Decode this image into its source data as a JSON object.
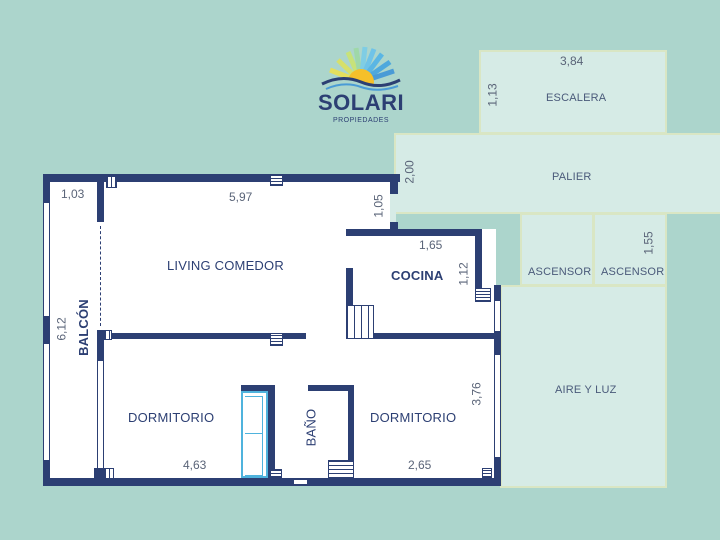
{
  "brand": {
    "name": "SOLARI",
    "tagline": "PROPIEDADES",
    "colors": {
      "primary": "#2c3f73",
      "sun": "#f5c02a",
      "sky": "#6fc3e8",
      "wave": "#2c3f73"
    }
  },
  "colors": {
    "background": "#acd5cc",
    "common_area": "#d6ebe6",
    "common_border": "#d9e6c4",
    "wall": "#2c3f73",
    "floor": "#ffffff",
    "wardrobe": "#4fb3dd"
  },
  "common_areas": {
    "escalera": {
      "label": "ESCALERA",
      "width": "3,84",
      "height": "1,13"
    },
    "palier": {
      "label": "PALIER",
      "height": "2,00"
    },
    "ascensor_1": {
      "label": "ASCENSOR"
    },
    "ascensor_2": {
      "label": "ASCENSOR",
      "height": "1,55"
    },
    "aire_y_luz": {
      "label": "AIRE Y LUZ"
    }
  },
  "rooms": {
    "balcon": {
      "label": "BALCÓN",
      "width": "1,03",
      "length": "6,12"
    },
    "living": {
      "label": "LIVING COMEDOR",
      "width": "5,97",
      "entry": "1,05"
    },
    "cocina": {
      "label": "COCINA",
      "width": "1,65",
      "depth": "1,12"
    },
    "dormitorio_1": {
      "label": "DORMITORIO",
      "width": "4,63"
    },
    "bano": {
      "label": "BAÑO"
    },
    "dormitorio_2": {
      "label": "DORMITORIO",
      "width": "2,65",
      "depth": "3,76"
    }
  }
}
